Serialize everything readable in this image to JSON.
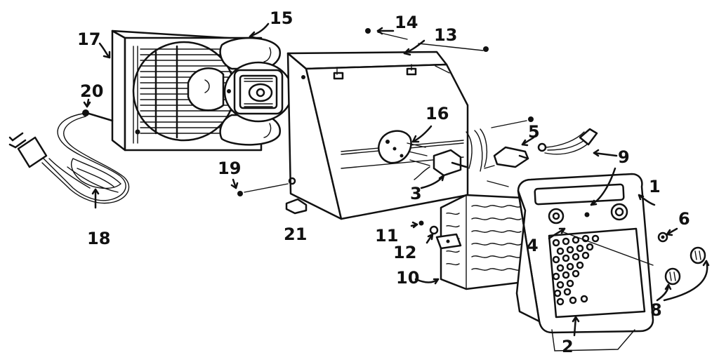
{
  "diagram": {
    "parts": [
      {
        "id": "p1",
        "label": "1"
      },
      {
        "id": "p2",
        "label": "2"
      },
      {
        "id": "p3",
        "label": "3"
      },
      {
        "id": "p4",
        "label": "4"
      },
      {
        "id": "p5",
        "label": "5"
      },
      {
        "id": "p6",
        "label": "6"
      },
      {
        "id": "p8",
        "label": "8"
      },
      {
        "id": "p9",
        "label": "9"
      },
      {
        "id": "p10",
        "label": "10"
      },
      {
        "id": "p11",
        "label": "11"
      },
      {
        "id": "p12",
        "label": "12"
      },
      {
        "id": "p13",
        "label": "13"
      },
      {
        "id": "p14",
        "label": "14"
      },
      {
        "id": "p15",
        "label": "15"
      },
      {
        "id": "p16",
        "label": "16"
      },
      {
        "id": "p17",
        "label": "17"
      },
      {
        "id": "p18",
        "label": "18"
      },
      {
        "id": "p19",
        "label": "19"
      },
      {
        "id": "p20",
        "label": "20"
      },
      {
        "id": "p21",
        "label": "21"
      }
    ]
  }
}
